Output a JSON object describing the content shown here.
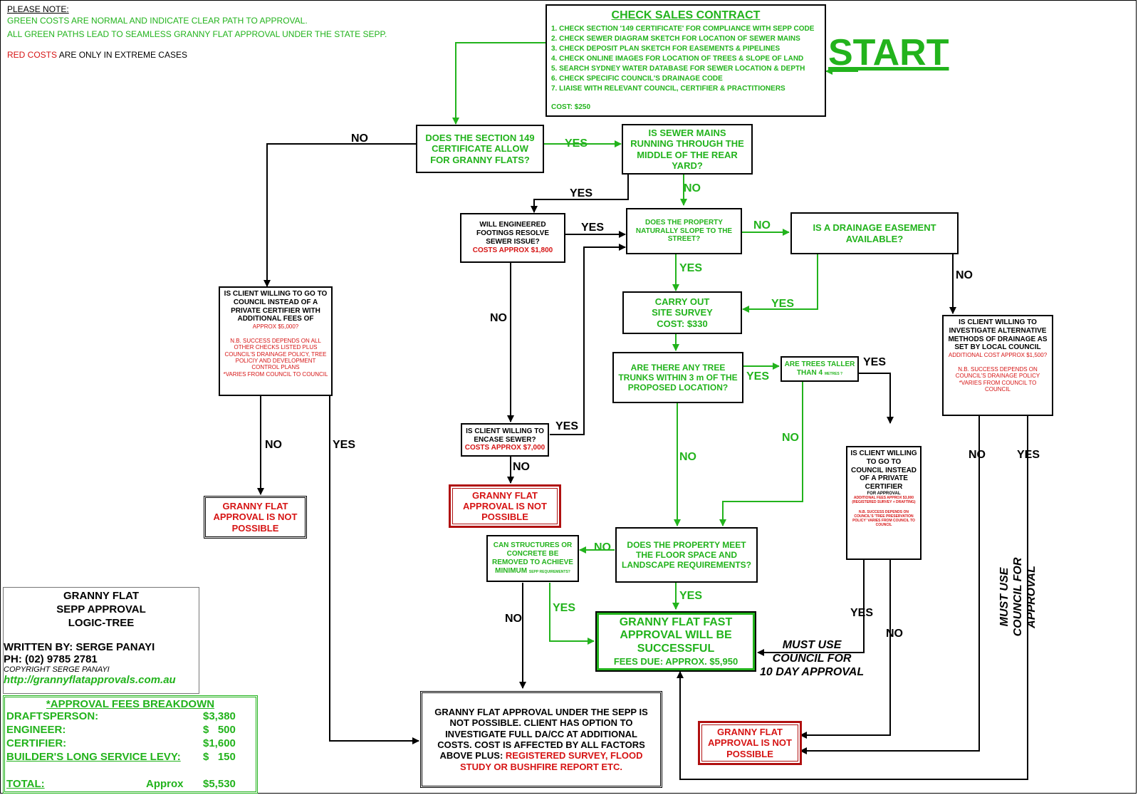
{
  "notes": {
    "heading": "PLEASE NOTE:",
    "line1_green": "GREEN COSTS",
    "line1_rest": " ARE NORMAL AND INDICATE CLEAR PATH TO APPROVAL.",
    "line2": "ALL GREEN PATHS LEAD TO SEAMLESS GRANNY FLAT APPROVAL UNDER THE STATE SEPP.",
    "line3_red": "RED COSTS",
    "line3_rest": " ARE ONLY IN EXTREME CASES"
  },
  "start": "START",
  "check_contract": {
    "title": "CHECK SALES CONTRACT",
    "items": [
      "1. CHECK SECTION '149 CERTIFICATE' FOR COMPLIANCE WITH SEPP CODE",
      "2. CHECK SEWER DIAGRAM  SKETCH FOR LOCATION OF SEWER MAINS",
      "3. CHECK DEPOSIT PLAN SKETCH FOR EASEMENTS & PIPELINES",
      "4. CHECK ONLINE IMAGES FOR LOCATION OF TREES & SLOPE OF LAND",
      "5. SEARCH SYDNEY WATER DATABASE FOR SEWER LOCATION & DEPTH",
      "6. CHECK SPECIFIC COUNCIL'S DRAINAGE CODE",
      "7. LIAISE WITH RELEVANT COUNCIL, CERTIFIER & PRACTITIONERS"
    ],
    "cost": "COST: $250"
  },
  "nodes": {
    "s149": "DOES THE SECTION 149 CERTIFICATE ALLOW FOR GRANNY FLATS?",
    "sewer": "IS SEWER MAINS RUNNING THROUGH THE MIDDLE OF THE REAR YARD?",
    "footings": "WILL ENGINEERED FOOTINGS RESOLVE SEWER ISSUE?",
    "footings_cost": "COSTS APPROX $1,800",
    "slope": "DOES THE PROPERTY NATURALLY SLOPE TO THE STREET?",
    "easement": "IS A DRAINAGE EASEMENT AVAILABLE?",
    "council1_q": "IS CLIENT WILLING TO GO TO COUNCIL INSTEAD OF A PRIVATE CERTIFIER WITH ADDITIONAL FEES OF",
    "council1_cost": "APPROX $5,000?",
    "council1_nb": "N.B. SUCCESS DEPENDS ON ALL OTHER CHECKS LISTED PLUS COUNCIL'S DRAINAGE POLICY, TREE POLICIY AND DEVELOPMENT CONTROL PLANS",
    "council1_varies": "*VARIES FROM COUNCIL TO COUNCIL",
    "survey1": "CARRY OUT",
    "survey2": "SITE SURVEY",
    "survey3": "COST: $330",
    "trees": "ARE THERE ANY TREE TRUNKS WITHIN 3 m OF THE PROPOSED LOCATION?",
    "taller_main": "ARE TREES TALLER THAN 4",
    "taller_small": "METRES ?",
    "alt_q": "IS CLIENT WILLING TO INVESTIGATE ALTERNATIVE METHODS OF DRAINAGE AS  SET BY LOCAL COUNCIL",
    "alt_cost": "ADDITIONAL COST APPROX $1,500?",
    "alt_nb": "N.B. SUCCESS DEPENDS ON COUNCIL'S DRAINAGE POLICY",
    "alt_varies": "*VARIES FROM COUNCIL TO COUNCIL",
    "encase_q": "IS CLIENT WILLING TO ENCASE SEWER?",
    "encase_cost": "COSTS APPROX $7,000",
    "council2_q": "IS CLIENT WILLING TO GO TO COUNCIL INSTEAD OF A PRIVATE CERTIFIER",
    "council2_for": "FOR APPROVAL",
    "council2_fees": "ADDITIONAL FEES APPROX $3,000 (REGISTERED SURVEY + DRAFTING)",
    "council2_nb": "N.B. SUCCESS DEPENDS ON COUNCIL'S 'TREE PRESERVATION POLICY' VARIES FROM COUNCIL TO COUNCIL",
    "not_possible": "GRANNY FLAT APPROVAL IS NOT POSSIBLE",
    "floor": "DOES THE PROPERTY MEET THE FLOOR SPACE AND LANDSCAPE REQUIREMENTS?",
    "structures_main": "CAN STRUCTURES OR CONCRETE BE REMOVED TO ACHIEVE MINIMUM",
    "structures_small": "SEPP REQUIREMENTS?",
    "success1": "GRANNY FLAT FAST",
    "success2": "APPROVAL WILL BE",
    "success3": "SUCCESSFUL",
    "success_fees": "FEES DUE: APPROX. $5,950",
    "final_black": "GRANNY FLAT APPROVAL UNDER THE SEPP IS NOT POSSIBLE. CLIENT HAS OPTION TO INVESTIGATE FULL DA/CC AT ADDITIONAL COSTS. COST IS AFFECTED BY ALL FACTORS ABOVE PLUS:",
    "final_red": "REGISTERED SURVEY, FLOOD STUDY OR BUSHFIRE REPORT ETC."
  },
  "labels": {
    "yes": "YES",
    "no": "NO",
    "must_use1": "MUST USE",
    "must_use2": "COUNCIL FOR",
    "must_use3": "10 DAY APPROVAL",
    "must_use_vertical": "MUST USE COUNCIL FOR APPROVAL"
  },
  "info": {
    "title1": "GRANNY FLAT",
    "title2": "SEPP APPROVAL",
    "title3": "LOGIC-TREE",
    "written": "WRITTEN BY: SERGE PANAYI",
    "phone": "PH: (02) 9785 2781",
    "copyright": "COPYRIGHT SERGE PANAYI",
    "url": "http://grannyflatapprovals.com.au"
  },
  "fees": {
    "title": "*APPROVAL FEES BREAKDOWN",
    "rows": [
      {
        "name": "DRAFTSPERSON:",
        "value": "$3,380"
      },
      {
        "name": "ENGINEER:",
        "value": "$   500"
      },
      {
        "name": "CERTIFIER:",
        "value": "$1,600"
      },
      {
        "name": "BUILDER'S LONG SERVICE LEVY:",
        "value": "$   150"
      }
    ],
    "total_label": "TOTAL:",
    "total_approx": "Approx",
    "total_value": "$5,530"
  },
  "colors": {
    "green": "#22b31c",
    "red": "#d61414",
    "black": "#000000"
  }
}
